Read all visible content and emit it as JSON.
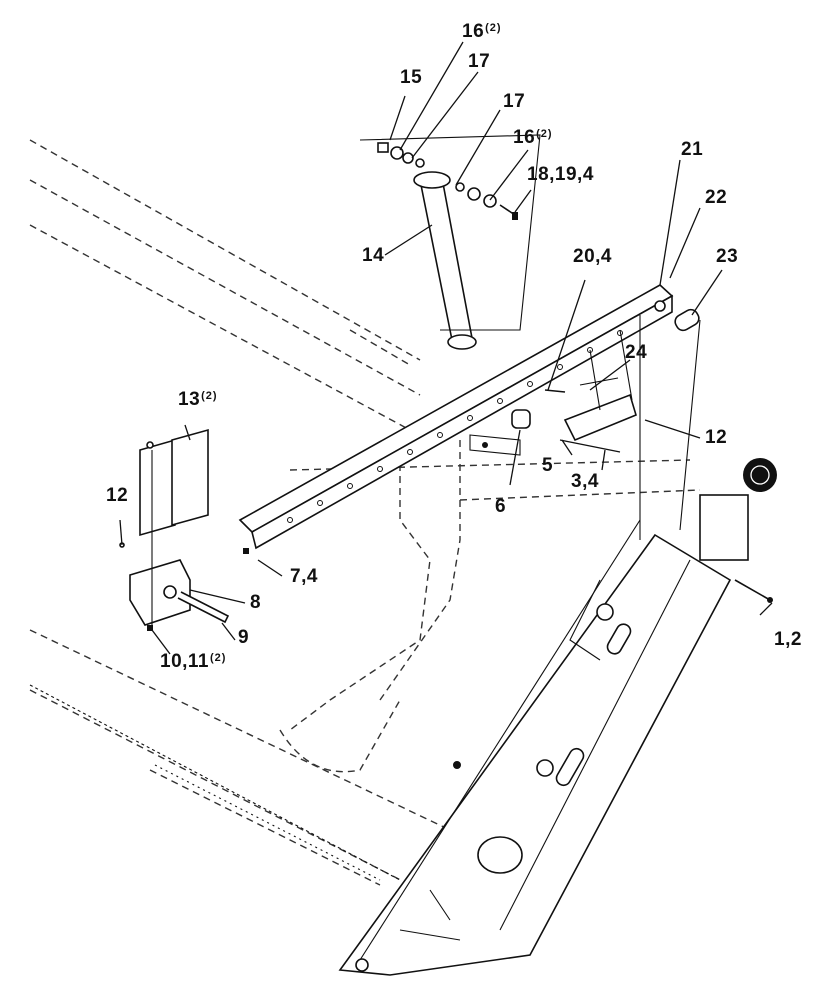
{
  "labels": {
    "l16a": "16",
    "l16a_qty": "(2)",
    "l15": "15",
    "l17a": "17",
    "l17b": "17",
    "l16b": "16",
    "l16b_qty": "(2)",
    "l18": "18,19,4",
    "l21": "21",
    "l22": "22",
    "l23": "23",
    "l14": "14",
    "l20": "20,4",
    "l24": "24",
    "l13": "13",
    "l13_qty": "(2)",
    "l12a": "12",
    "l12b": "12",
    "l5": "5",
    "l34": "3,4",
    "l6": "6",
    "l74": "7,4",
    "l8": "8",
    "l9": "9",
    "l1011": "10,11",
    "l1011_qty": "(2)",
    "l12": "1,2"
  }
}
